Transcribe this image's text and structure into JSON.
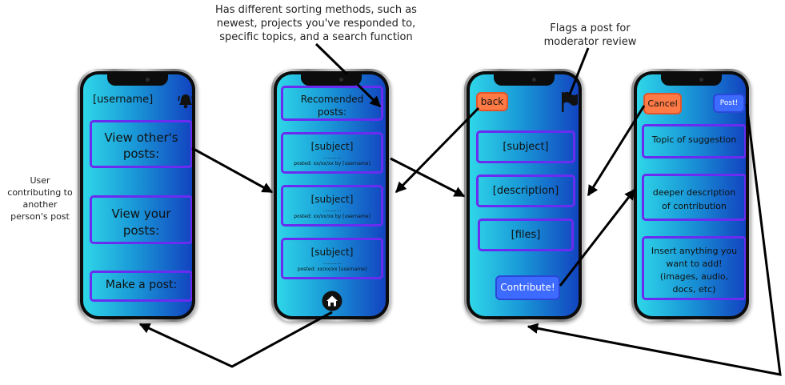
{
  "annotations": {
    "sorting": [
      "Has different sorting methods, such as",
      "newest, projects you've responded to,",
      "specific topics, and a search function"
    ],
    "flags": [
      "Flags a post for",
      "moderator review"
    ],
    "user": [
      "User",
      "contributing to",
      "another",
      "person's post"
    ]
  },
  "screen1": {
    "username": "[username]",
    "icon": "bell-icon",
    "view_others": "View other's posts:",
    "view_yours": "View your posts:",
    "make_post": "Make a post:"
  },
  "screen2": {
    "header": "Recomended posts:",
    "posts": [
      {
        "subject": "[subject]",
        "dots": "............",
        "meta": "posted: xx/xx/xx by [username]"
      },
      {
        "subject": "[subject]",
        "dots": "............",
        "meta": "posted: xx/xx/xx by [username]"
      },
      {
        "subject": "[subject]",
        "dots": "............",
        "meta": "posted: xx/xx/xx [username]"
      }
    ],
    "icon": "home-icon"
  },
  "screen3": {
    "back": "back",
    "icon": "flag-icon",
    "subject": "[subject]",
    "description": "[description]",
    "files": "[files]",
    "contribute": "Contribute!"
  },
  "screen4": {
    "cancel": "Cancel",
    "post": "Post!",
    "topic": "Topic of suggestion",
    "deeper": "deeper description of contribution",
    "insert": "Insert anything you want to add! (images, audio, docs, etc)"
  },
  "colors": {
    "box_border": "#6a2cf0",
    "orange": "#ff7a45",
    "blue_button": "#3d6bff"
  }
}
